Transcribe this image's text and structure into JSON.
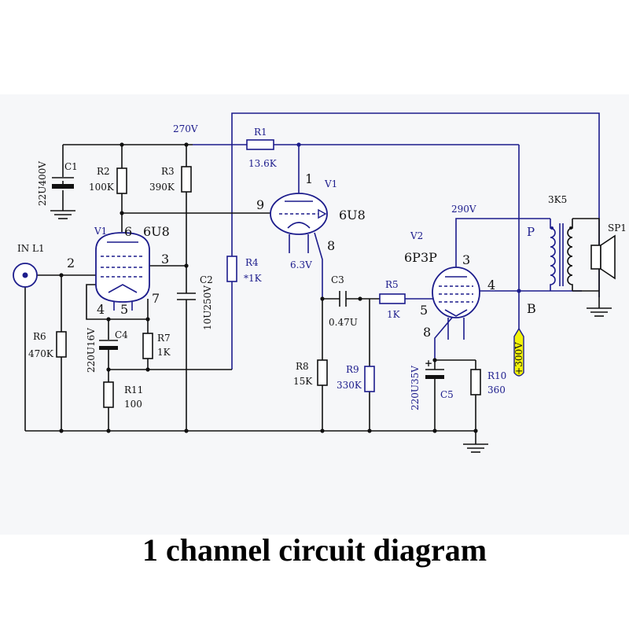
{
  "caption": "1 channel circuit diagram",
  "colors": {
    "wire_blue": "#1c1c8c",
    "wire_black": "#111111",
    "highlight": "#f2f20a"
  },
  "labels": {
    "v270": "270V",
    "r1": "R1",
    "r1v": "13.6K",
    "c1": "C1",
    "c1v": "22U400V",
    "r2": "R2",
    "r2v": "100K",
    "r3": "R3",
    "r3v": "390K",
    "in": "IN L1",
    "v1a": "V1",
    "v1a_type": "6U8",
    "p6": "6",
    "p2": "2",
    "p3": "3",
    "p4": "4",
    "p5": "5",
    "p7": "7",
    "r6": "R6",
    "r6v": "470K",
    "c4": "C4",
    "c4v": "220U16V",
    "r7": "R7",
    "r7v": "1K",
    "r11": "R11",
    "r11v": "100",
    "c2": "C2",
    "c2v": "10U250V",
    "r4": "R4",
    "r4v": "*1K",
    "v1b": "V1",
    "v1b_type": "6U8",
    "pb1": "1",
    "pb9": "9",
    "pb8": "8",
    "heater": "6.3V",
    "c3": "C3",
    "c3v": "0.47U",
    "r5": "R5",
    "r5v": "1K",
    "r8": "R8",
    "r8v": "15K",
    "r9": "R9",
    "r9v": "330K",
    "v2": "V2",
    "v2_type": "6P3P",
    "q3": "3",
    "q4": "4",
    "q5": "5",
    "q8": "8",
    "v290": "290V",
    "c5": "C5",
    "c5v": "220U35V",
    "c5plus": "+",
    "r10": "R10",
    "r10v": "360",
    "t3k5": "3K5",
    "tp": "P",
    "tb": "B",
    "sp1": "SP1",
    "v300": "+300V"
  }
}
